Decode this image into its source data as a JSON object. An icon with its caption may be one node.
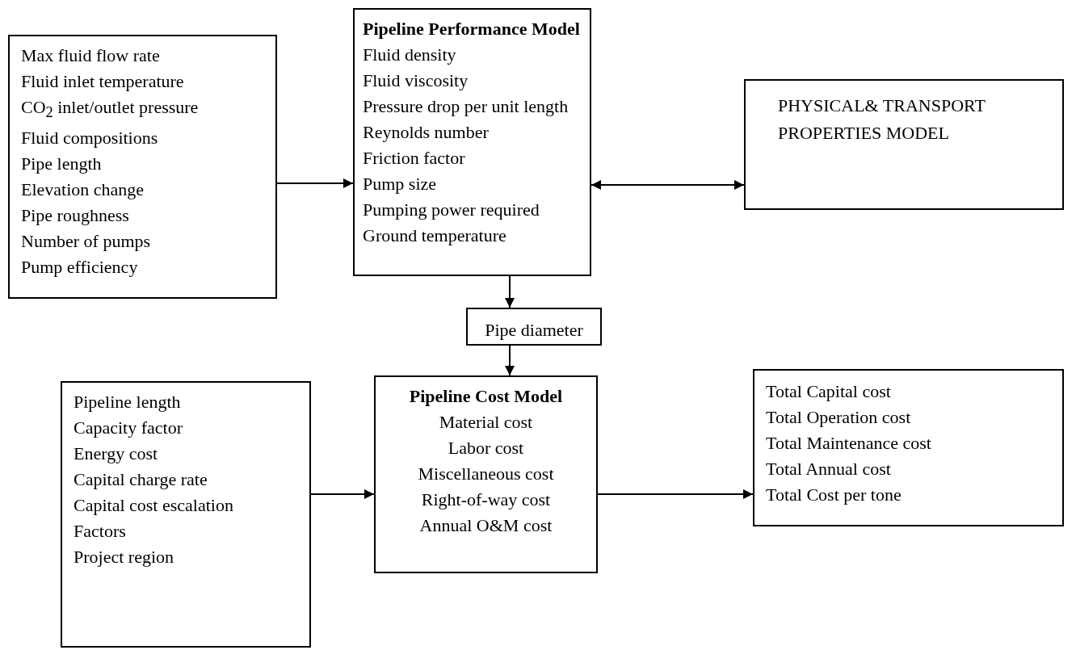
{
  "diagram": {
    "nodes": [
      {
        "text": [
          "Max fluid flow rate",
          "Fluid inlet temperature",
          "CO$_{2}$ inlet/outlet pressure",
          "Fluid compositions",
          "Pipe length",
          "Elevation change",
          "Pipe roughness",
          "Number of pumps",
          "Pump efficiency"
        ]
      },
      {
        "text": [
          "Pipeline Performance Model",
          "Fluid density",
          "Fluid viscosity",
          "Pressure drop per unit length",
          "Reynolds number",
          "Friction factor",
          "Pump size",
          "Pumping power required",
          "Ground temperature"
        ]
      },
      {
        "text": [
          "PHYSICAL& TRANSPORT PROPERTIES MODEL"
        ]
      },
      {
        "text": [
          "Pipe diameter"
        ]
      },
      {
        "text": [
          "Pipeline length",
          "Capacity factor",
          "Energy cost",
          "Capital charge rate",
          "Capital cost escalation",
          "Factors",
          "Project region"
        ]
      },
      {
        "text": [
          "Pipeline Cost Model",
          "Material cost",
          "Labor cost",
          "Miscellaneous cost",
          "Right-of-way cost",
          "Annual O&M cost"
        ]
      },
      {
        "text": [
          "Total Capital cost",
          "Total Operation cost",
          "Total Maintenance cost",
          "Total Annual cost",
          "Total Cost per tone"
        ]
      }
    ],
    "edges": [
      {
        "from": 0,
        "to": 1,
        "arrow": "to"
      },
      {
        "from": 1,
        "to": 2,
        "arrow": "both"
      },
      {
        "from": 1,
        "to": 3,
        "arrow": "to"
      },
      {
        "from": 3,
        "to": 5,
        "arrow": "to"
      },
      {
        "from": 4,
        "to": 5,
        "arrow": "to"
      },
      {
        "from": 5,
        "to": 6,
        "arrow": "to"
      }
    ]
  }
}
